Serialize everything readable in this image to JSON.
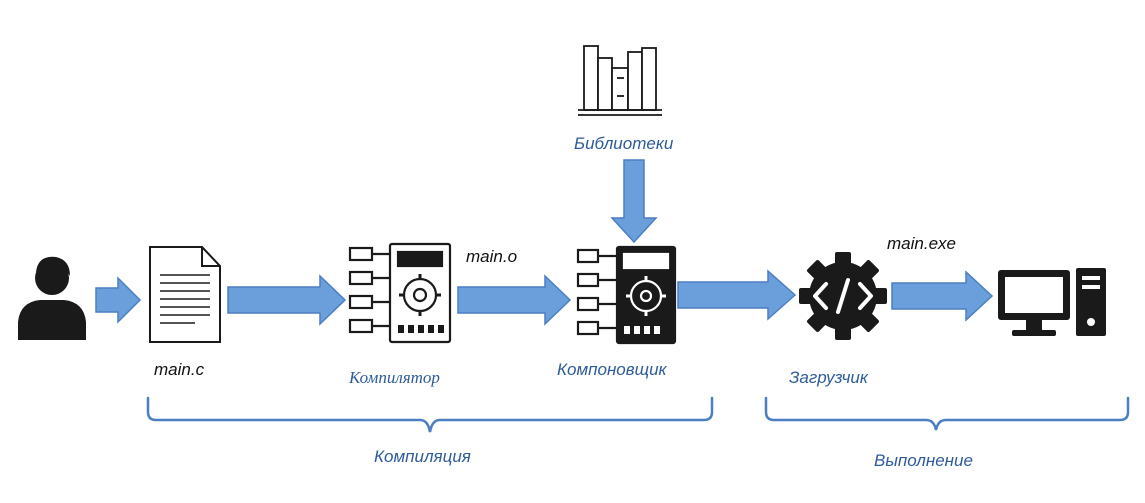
{
  "labels": {
    "source_file": "main.c",
    "compiler": "Компилятор",
    "object_file": "main.o",
    "libraries": "Библиотеки",
    "linker": "Компоновщик",
    "executable": "main.exe",
    "loader": "Загрузчик",
    "compilation_phase": "Компиляция",
    "execution_phase": "Выполнение"
  },
  "colors": {
    "arrow_fill": "#6b9fdc",
    "arrow_stroke": "#4c7fc2",
    "bracket": "#4c7fc2",
    "label_blue": "#2e5b9a",
    "icon_dark": "#1a1a1a"
  },
  "icons": {
    "user": "person-icon",
    "source": "document-icon",
    "compiler": "compiler-panel-icon",
    "libraries": "bookshelf-icon",
    "linker": "linker-panel-icon",
    "loader": "code-gear-icon",
    "computer": "desktop-computer-icon"
  }
}
